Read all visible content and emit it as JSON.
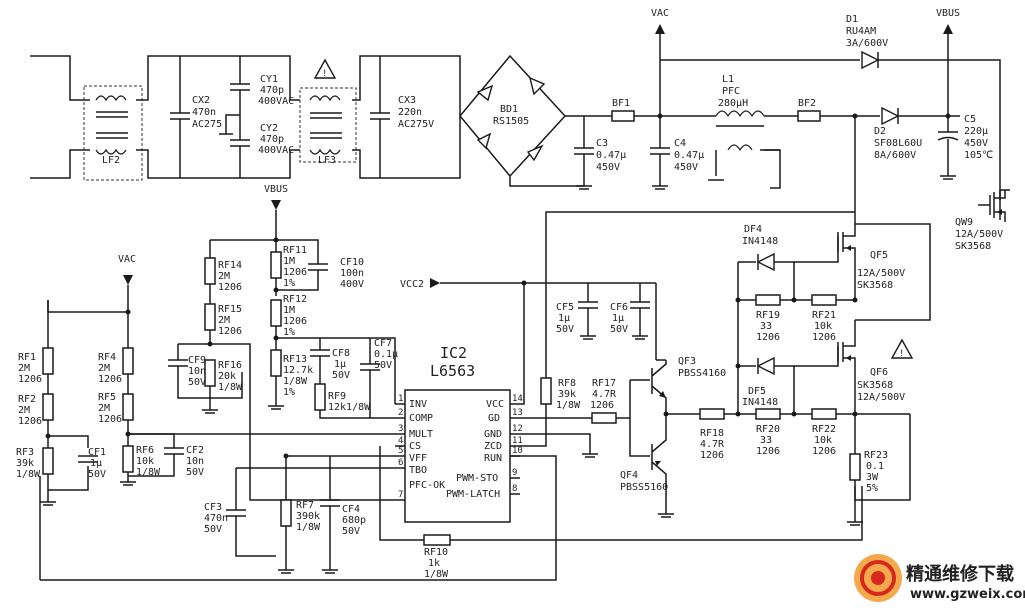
{
  "labels": {
    "rf1": [
      "RF1",
      "2M",
      "1206"
    ],
    "rf2": [
      "RF2",
      "2M",
      "1206"
    ],
    "rf3": [
      "RF3",
      "39k",
      "1/8W"
    ],
    "cf1": [
      "CF1",
      "1µ",
      "50V"
    ],
    "rf4": [
      "RF4",
      "2M",
      "1206"
    ],
    "rf5": [
      "RF5",
      "2M",
      "1206"
    ],
    "rf6": [
      "RF6",
      "10k",
      "1/8W"
    ],
    "cf2": [
      "CF2",
      "10n",
      "50V"
    ],
    "vac_left": [
      "VAC"
    ],
    "rf14": [
      "RF14",
      "2M",
      "1206"
    ],
    "rf15": [
      "RF15",
      "2M",
      "1206"
    ],
    "cf9": [
      "CF9",
      "10n",
      "50V"
    ],
    "rf16": [
      "RF16",
      "20k",
      "1/8W"
    ],
    "vbus_mid": [
      "VBUS"
    ],
    "rf11": [
      "RF11",
      "1M",
      "1206",
      "1%"
    ],
    "cf10": [
      "CF10",
      "100n",
      "400V"
    ],
    "rf12": [
      "RF12",
      "1M",
      "1206",
      "1%"
    ],
    "rf13": [
      "RF13",
      "12.7k",
      "1/8W",
      "1%"
    ],
    "cf8": [
      "CF8",
      "1µ",
      "50V"
    ],
    "cf7": [
      "CF7",
      "0.1µ",
      "50V"
    ],
    "rf9": [
      "RF9",
      "12k1/8W"
    ],
    "cf3": [
      "CF3",
      "470n",
      "50V"
    ],
    "rf7": [
      "RF7",
      "390k",
      "1/8W"
    ],
    "cf4": [
      "CF4",
      "680p",
      "50V"
    ],
    "rf10": [
      "RF10",
      "1k",
      "1/8W"
    ],
    "vcc2": [
      "VCC2"
    ],
    "cf5": [
      "CF5",
      "1µ",
      "50V"
    ],
    "cf6": [
      "CF6",
      "1µ",
      "50V"
    ],
    "rf8": [
      "RF8",
      "39k",
      "1/8W"
    ],
    "rf17": [
      "RF17",
      "4.7R",
      "1206"
    ],
    "qf3": [
      "QF3",
      "PBSS4160"
    ],
    "qf4": [
      "QF4",
      "PBSS5160"
    ],
    "rf18": [
      "RF18",
      "4.7R",
      "1206"
    ],
    "df4": [
      "DF4",
      "IN4148"
    ],
    "df5": [
      "DF5",
      "IN4148"
    ],
    "rf19": [
      "RF19",
      "33",
      "1206"
    ],
    "rf21": [
      "RF21",
      "10k",
      "1206"
    ],
    "rf20": [
      "RF20",
      "33",
      "1206"
    ],
    "rf22": [
      "RF22",
      "10k",
      "1206"
    ],
    "qf5": [
      "QF5",
      "12A/500V",
      "SK3568"
    ],
    "qf6": [
      "QF6",
      "SK3568",
      "12A/500V"
    ],
    "rf23": [
      "RF23",
      "0.1",
      "3W",
      "5%"
    ],
    "qw9": [
      "QW9",
      "12A/500V",
      "SK3568"
    ],
    "lf2": [
      "LF2"
    ],
    "cx2": [
      "CX2",
      "470n",
      "AC275"
    ],
    "cy1": [
      "CY1",
      "470p",
      "400VAC"
    ],
    "cy2": [
      "CY2",
      "470p",
      "400VAC"
    ],
    "lf3": [
      "LF3"
    ],
    "cx3": [
      "CX3",
      "220n",
      "AC275V"
    ],
    "bd1": [
      "BD1",
      "RS1505"
    ],
    "bf1": [
      "BF1"
    ],
    "bf2": [
      "BF2"
    ],
    "c3": [
      "C3",
      "0.47µ",
      "450V"
    ],
    "c4": [
      "C4",
      "0.47µ",
      "450V"
    ],
    "l1": [
      "L1",
      "PFC",
      "280µH"
    ],
    "vac_top": [
      "VAC"
    ],
    "vbus_top": [
      "VBUS"
    ],
    "d1": [
      "D1",
      "RU4AM",
      "3A/600V"
    ],
    "d2": [
      "D2",
      "SF08L60U",
      "8A/600V"
    ],
    "c5": [
      "C5",
      "220µ",
      "450V",
      "105℃"
    ]
  },
  "ic": {
    "name": "IC2",
    "part": "L6563",
    "left_pins": [
      {
        "num": "1",
        "name": "INV"
      },
      {
        "num": "2",
        "name": "COMP"
      },
      {
        "num": "3",
        "name": "MULT"
      },
      {
        "num": "4",
        "name": "CS"
      },
      {
        "num": "5",
        "name": "VFF"
      },
      {
        "num": "6",
        "name": "TBO"
      },
      {
        "num": "7",
        "name": "PFC-OK"
      }
    ],
    "right_pins": [
      {
        "num": "14",
        "name": "VCC"
      },
      {
        "num": "13",
        "name": "GD"
      },
      {
        "num": "12",
        "name": "GND"
      },
      {
        "num": "11",
        "name": "ZCD"
      },
      {
        "num": "10",
        "name": "RUN"
      },
      {
        "num": "9",
        "name": "PWM-STO"
      },
      {
        "num": "8",
        "name": "PWM-LATCH"
      }
    ]
  },
  "watermark": {
    "title": "精通维修下载",
    "url": "www.gzweix.com"
  },
  "colors": {
    "ink": "#1a1a1a",
    "watermark_red": "#d6281c",
    "watermark_orange": "#f29a2e"
  }
}
